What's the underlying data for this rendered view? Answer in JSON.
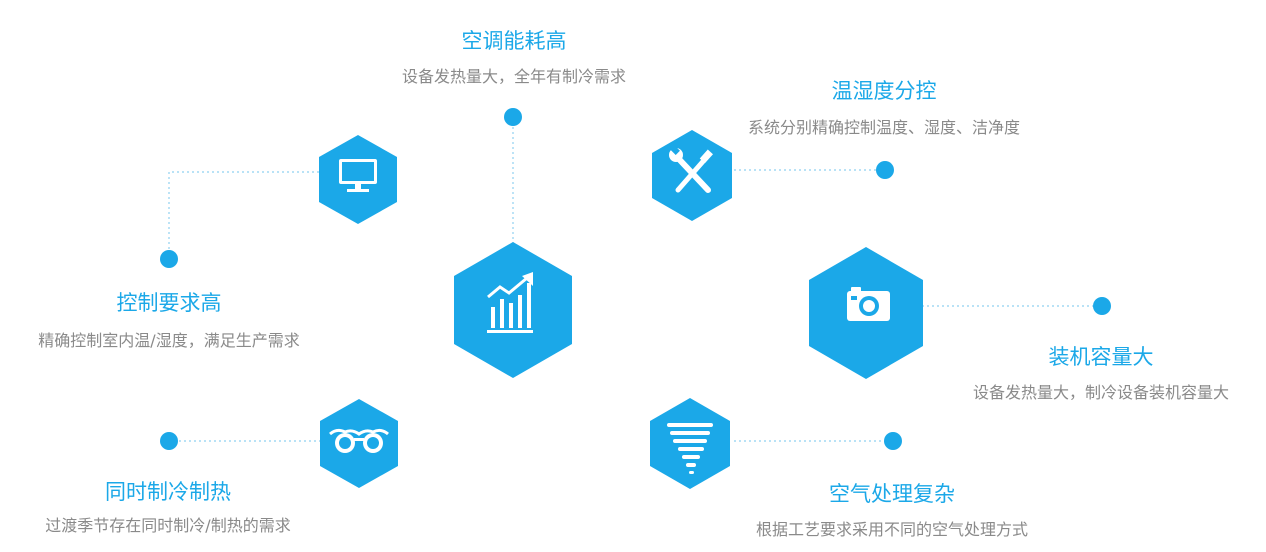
{
  "nodes": [
    {
      "id": "energy",
      "title": "空调能耗高",
      "desc": "设备发热量大，全年有制冷需求",
      "icon": "chart-growth-icon"
    },
    {
      "id": "humidity",
      "title": "温湿度分控",
      "desc": "系统分别精确控制温度、湿度、洁净度",
      "icon": "wrench-screwdriver-icon"
    },
    {
      "id": "control",
      "title": "控制要求高",
      "desc": "精确控制室内温/湿度，满足生产需求",
      "icon": "monitor-icon"
    },
    {
      "id": "capacity",
      "title": "装机容量大",
      "desc": "设备发热量大，制冷设备装机容量大",
      "icon": "camera-icon"
    },
    {
      "id": "simultaneous",
      "title": "同时制冷制热",
      "desc": "过渡季节存在同时制冷/制热的需求",
      "icon": "glasses-icon"
    },
    {
      "id": "air",
      "title": "空气处理复杂",
      "desc": "根据工艺要求采用不同的空气处理方式",
      "icon": "tornado-icon"
    }
  ],
  "colors": {
    "accent": "#1ba8e8",
    "text_muted": "#8a8a8a",
    "connector": "#8fd0f0"
  }
}
